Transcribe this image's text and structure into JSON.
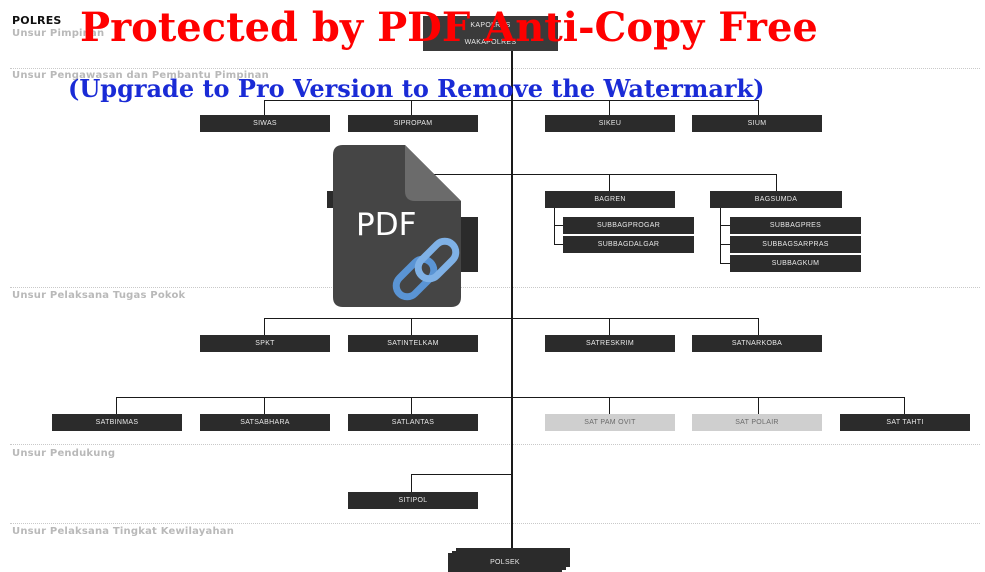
{
  "header": {
    "title": "POLRES"
  },
  "sections": {
    "pimpinan": "Unsur Pimpinan",
    "pengawasan": "Unsur Pengawasan dan Pembantu Pimpinan",
    "pelaksana": "Unsur Pelaksana Tugas Pokok",
    "pendukung": "Unsur Pendukung",
    "kewilayahan": "Unsur Pelaksana Tingkat Kewilayahan"
  },
  "boxes": {
    "kapolres": "KAPOLRES",
    "wakapolres": "WAKAPOLRES",
    "siwas": "SIWAS",
    "sipropam": "SIPROPAM",
    "sikeu": "SIKEU",
    "sium": "SIUM",
    "bagren": "BAGREN",
    "bagsumda": "BAGSUMDA",
    "subbagprogar": "SUBBAGPROGAR",
    "subbagdalgar": "SUBBAGDALGAR",
    "subbagpres": "SUBBAGPRES",
    "subbagsarpras": "SUBBAGSARPRAS",
    "subbagkum": "SUBBAGKUM",
    "spkt": "SPKT",
    "satintelkam": "SATINTELKAM",
    "satreskrim": "SATRESKRIM",
    "satnarkoba": "SATNARKOBA",
    "satbinmas": "SATBINMAS",
    "satsabhara": "SATSABHARA",
    "satlantas": "SATLANTAS",
    "satpamobvit": "SAT PAM OVIT",
    "satpolair": "SAT  POLAIR",
    "sattahti": "SAT  TAHTI",
    "sitipol": "SITIPOL",
    "polsek": "POLSEK"
  },
  "watermark": {
    "line1": "Protected by PDF Anti-Copy Free",
    "line2": "(Upgrade to Pro Version to Remove the Watermark)",
    "icon_text": "PDF",
    "color_red": "#ff0000",
    "color_blue": "#1a2bd6"
  }
}
